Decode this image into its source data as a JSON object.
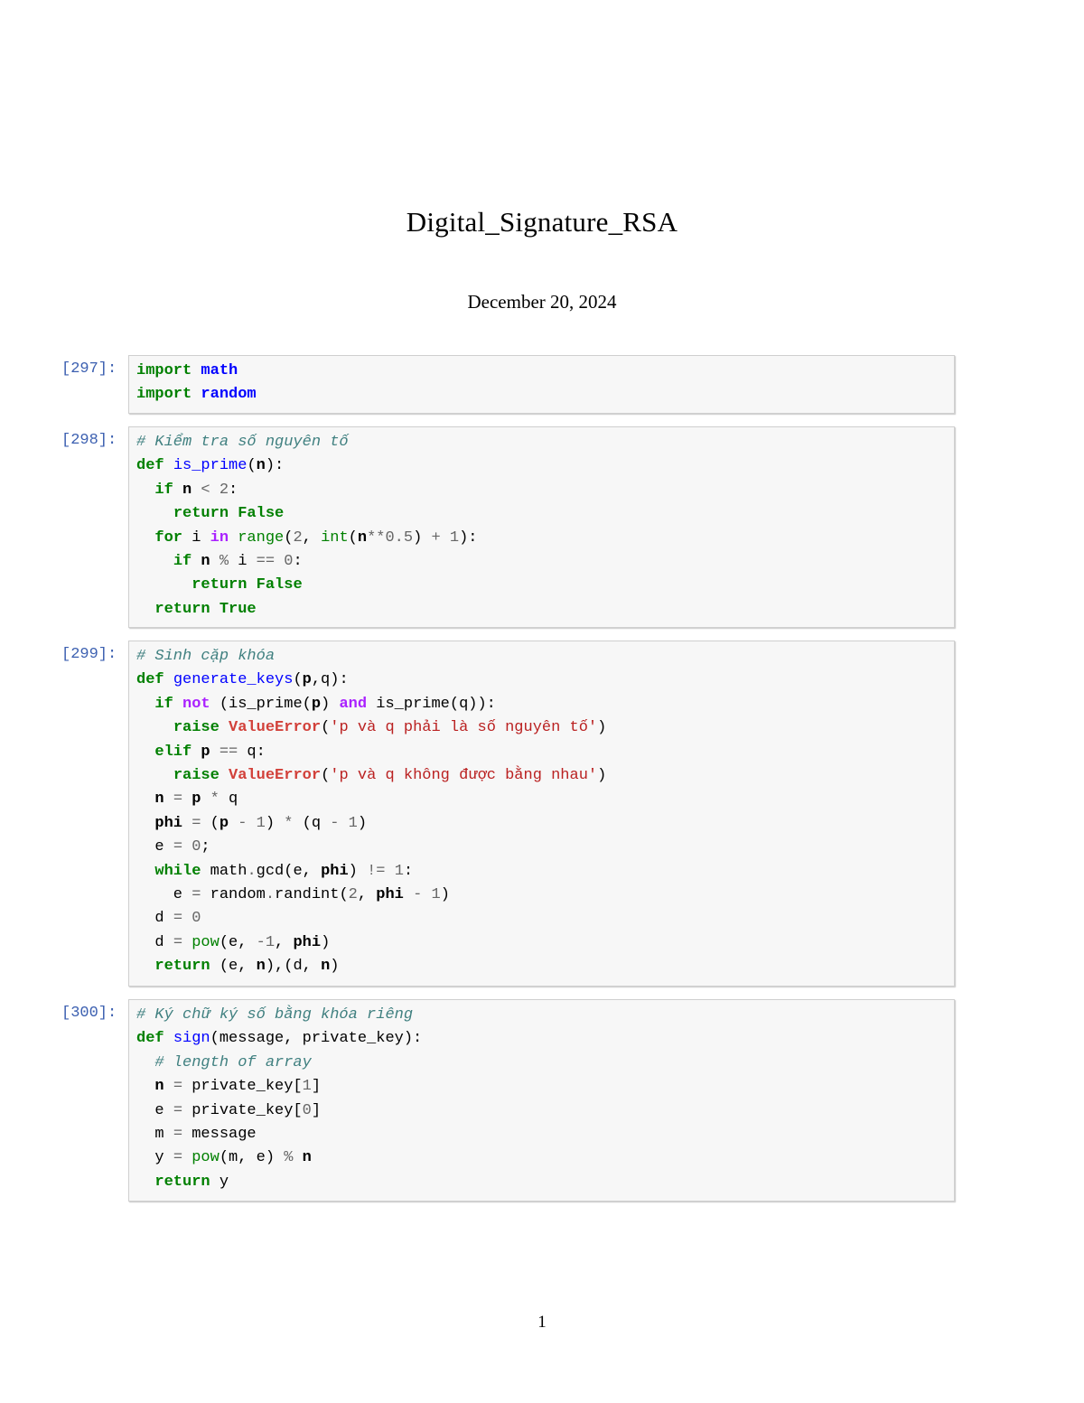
{
  "document": {
    "title": "Digital_Signature_RSA",
    "date": "December 20, 2024",
    "page_number": "1"
  },
  "cells": [
    {
      "prompt": "[297]:",
      "lines": [
        [
          [
            "kw",
            "import"
          ],
          [
            "t",
            " "
          ],
          [
            "mod",
            "math"
          ]
        ],
        [
          [
            "kw",
            "import"
          ],
          [
            "t",
            " "
          ],
          [
            "mod",
            "random"
          ]
        ]
      ]
    },
    {
      "prompt": "[298]:",
      "lines": [
        [
          [
            "cm",
            "# Kiểm tra số nguyên tố"
          ]
        ],
        [
          [
            "kw",
            "def"
          ],
          [
            "t",
            " "
          ],
          [
            "fn",
            "is_prime"
          ],
          [
            "t",
            "("
          ],
          [
            "b",
            "n"
          ],
          [
            "t",
            "):"
          ]
        ],
        [
          [
            "t",
            "  "
          ],
          [
            "kw",
            "if"
          ],
          [
            "t",
            " "
          ],
          [
            "b",
            "n"
          ],
          [
            "t",
            " "
          ],
          [
            "o",
            "<"
          ],
          [
            "t",
            " "
          ],
          [
            "num",
            "2"
          ],
          [
            "t",
            ":"
          ]
        ],
        [
          [
            "t",
            "    "
          ],
          [
            "kw",
            "return"
          ],
          [
            "t",
            " "
          ],
          [
            "kw",
            "False"
          ]
        ],
        [
          [
            "t",
            "  "
          ],
          [
            "kw",
            "for"
          ],
          [
            "t",
            " i "
          ],
          [
            "op",
            "in"
          ],
          [
            "t",
            " "
          ],
          [
            "bi",
            "range"
          ],
          [
            "t",
            "("
          ],
          [
            "num",
            "2"
          ],
          [
            "t",
            ", "
          ],
          [
            "bi",
            "int"
          ],
          [
            "t",
            "("
          ],
          [
            "b",
            "n"
          ],
          [
            "o",
            "**"
          ],
          [
            "num",
            "0.5"
          ],
          [
            "t",
            ") "
          ],
          [
            "o",
            "+"
          ],
          [
            "t",
            " "
          ],
          [
            "num",
            "1"
          ],
          [
            "t",
            "):"
          ]
        ],
        [
          [
            "t",
            "    "
          ],
          [
            "kw",
            "if"
          ],
          [
            "t",
            " "
          ],
          [
            "b",
            "n"
          ],
          [
            "t",
            " "
          ],
          [
            "o",
            "%"
          ],
          [
            "t",
            " i "
          ],
          [
            "o",
            "=="
          ],
          [
            "t",
            " "
          ],
          [
            "num",
            "0"
          ],
          [
            "t",
            ":"
          ]
        ],
        [
          [
            "t",
            "      "
          ],
          [
            "kw",
            "return"
          ],
          [
            "t",
            " "
          ],
          [
            "kw",
            "False"
          ]
        ],
        [
          [
            "t",
            "  "
          ],
          [
            "kw",
            "return"
          ],
          [
            "t",
            " "
          ],
          [
            "kw",
            "True"
          ]
        ]
      ]
    },
    {
      "prompt": "[299]:",
      "lines": [
        [
          [
            "cm",
            "# Sinh cặp khóa"
          ]
        ],
        [
          [
            "kw",
            "def"
          ],
          [
            "t",
            " "
          ],
          [
            "fn",
            "generate_keys"
          ],
          [
            "t",
            "("
          ],
          [
            "b",
            "p"
          ],
          [
            "t",
            ","
          ],
          [
            "t",
            "q):"
          ]
        ],
        [
          [
            "t",
            "  "
          ],
          [
            "kw",
            "if"
          ],
          [
            "t",
            " "
          ],
          [
            "op",
            "not"
          ],
          [
            "t",
            " (is_prime("
          ],
          [
            "b",
            "p"
          ],
          [
            "t",
            ") "
          ],
          [
            "op",
            "and"
          ],
          [
            "t",
            " is_prime(q)):"
          ]
        ],
        [
          [
            "t",
            "    "
          ],
          [
            "kw",
            "raise"
          ],
          [
            "t",
            " "
          ],
          [
            "exc",
            "ValueError"
          ],
          [
            "t",
            "("
          ],
          [
            "str",
            "'p và q phải là số nguyên tố'"
          ],
          [
            "t",
            ")"
          ]
        ],
        [
          [
            "t",
            "  "
          ],
          [
            "kw",
            "elif"
          ],
          [
            "t",
            " "
          ],
          [
            "b",
            "p"
          ],
          [
            "t",
            " "
          ],
          [
            "o",
            "=="
          ],
          [
            "t",
            " q:"
          ]
        ],
        [
          [
            "t",
            "    "
          ],
          [
            "kw",
            "raise"
          ],
          [
            "t",
            " "
          ],
          [
            "exc",
            "ValueError"
          ],
          [
            "t",
            "("
          ],
          [
            "str",
            "'p và q không được bằng nhau'"
          ],
          [
            "t",
            ")"
          ]
        ],
        [
          [
            "t",
            "  "
          ],
          [
            "b",
            "n"
          ],
          [
            "t",
            " "
          ],
          [
            "o",
            "="
          ],
          [
            "t",
            " "
          ],
          [
            "b",
            "p"
          ],
          [
            "t",
            " "
          ],
          [
            "o",
            "*"
          ],
          [
            "t",
            " q"
          ]
        ],
        [
          [
            "t",
            "  "
          ],
          [
            "b",
            "phi"
          ],
          [
            "t",
            " "
          ],
          [
            "o",
            "="
          ],
          [
            "t",
            " ("
          ],
          [
            "b",
            "p"
          ],
          [
            "t",
            " "
          ],
          [
            "o",
            "-"
          ],
          [
            "t",
            " "
          ],
          [
            "num",
            "1"
          ],
          [
            "t",
            ") "
          ],
          [
            "o",
            "*"
          ],
          [
            "t",
            " (q "
          ],
          [
            "o",
            "-"
          ],
          [
            "t",
            " "
          ],
          [
            "num",
            "1"
          ],
          [
            "t",
            ")"
          ]
        ],
        [
          [
            "t",
            "  e "
          ],
          [
            "o",
            "="
          ],
          [
            "t",
            " "
          ],
          [
            "num",
            "0"
          ],
          [
            "t",
            ";"
          ]
        ],
        [
          [
            "t",
            "  "
          ],
          [
            "kw",
            "while"
          ],
          [
            "t",
            " math"
          ],
          [
            "o",
            "."
          ],
          [
            "t",
            "gcd(e, "
          ],
          [
            "b",
            "phi"
          ],
          [
            "t",
            ") "
          ],
          [
            "o",
            "!="
          ],
          [
            "t",
            " "
          ],
          [
            "num",
            "1"
          ],
          [
            "t",
            ":"
          ]
        ],
        [
          [
            "t",
            "    e "
          ],
          [
            "o",
            "="
          ],
          [
            "t",
            " random"
          ],
          [
            "o",
            "."
          ],
          [
            "t",
            "randint("
          ],
          [
            "num",
            "2"
          ],
          [
            "t",
            ", "
          ],
          [
            "b",
            "phi"
          ],
          [
            "t",
            " "
          ],
          [
            "o",
            "-"
          ],
          [
            "t",
            " "
          ],
          [
            "num",
            "1"
          ],
          [
            "t",
            ")"
          ]
        ],
        [
          [
            "t",
            "  d "
          ],
          [
            "o",
            "="
          ],
          [
            "t",
            " "
          ],
          [
            "num",
            "0"
          ]
        ],
        [
          [
            "t",
            "  d "
          ],
          [
            "o",
            "="
          ],
          [
            "t",
            " "
          ],
          [
            "bi",
            "pow"
          ],
          [
            "t",
            "(e, "
          ],
          [
            "o",
            "-"
          ],
          [
            "num",
            "1"
          ],
          [
            "t",
            ", "
          ],
          [
            "b",
            "phi"
          ],
          [
            "t",
            ")"
          ]
        ],
        [
          [
            "t",
            "  "
          ],
          [
            "kw",
            "return"
          ],
          [
            "t",
            " (e, "
          ],
          [
            "b",
            "n"
          ],
          [
            "t",
            "),(d, "
          ],
          [
            "b",
            "n"
          ],
          [
            "t",
            ")"
          ]
        ]
      ]
    },
    {
      "prompt": "[300]:",
      "lines": [
        [
          [
            "cm",
            "# Ký chữ ký số bằng khóa riêng"
          ]
        ],
        [
          [
            "kw",
            "def"
          ],
          [
            "t",
            " "
          ],
          [
            "fn",
            "sign"
          ],
          [
            "t",
            "(message, private_key):"
          ]
        ],
        [
          [
            "t",
            "  "
          ],
          [
            "cm",
            "# length of array"
          ]
        ],
        [
          [
            "t",
            "  "
          ],
          [
            "b",
            "n"
          ],
          [
            "t",
            " "
          ],
          [
            "o",
            "="
          ],
          [
            "t",
            " private_key["
          ],
          [
            "num",
            "1"
          ],
          [
            "t",
            "]"
          ]
        ],
        [
          [
            "t",
            "  e "
          ],
          [
            "o",
            "="
          ],
          [
            "t",
            " private_key["
          ],
          [
            "num",
            "0"
          ],
          [
            "t",
            "]"
          ]
        ],
        [
          [
            "t",
            "  m "
          ],
          [
            "o",
            "="
          ],
          [
            "t",
            " message"
          ]
        ],
        [
          [
            "t",
            "  y "
          ],
          [
            "o",
            "="
          ],
          [
            "t",
            " "
          ],
          [
            "bi",
            "pow"
          ],
          [
            "t",
            "(m, e) "
          ],
          [
            "o",
            "%"
          ],
          [
            "t",
            " "
          ],
          [
            "b",
            "n"
          ]
        ],
        [
          [
            "t",
            "  "
          ],
          [
            "kw",
            "return"
          ],
          [
            "t",
            " y"
          ]
        ]
      ]
    }
  ],
  "colors": {
    "keyword": "#008000",
    "builtin": "#008000",
    "module_name": "#0000ff",
    "function_name": "#0000ff",
    "operator_word": "#aa22ff",
    "comment": "#408080",
    "number": "#666666",
    "string": "#ba2121",
    "exception": "#d2413a",
    "prompt": "#3b5fb0",
    "cell_background": "#f7f7f7",
    "cell_border": "#cfcfcf"
  }
}
